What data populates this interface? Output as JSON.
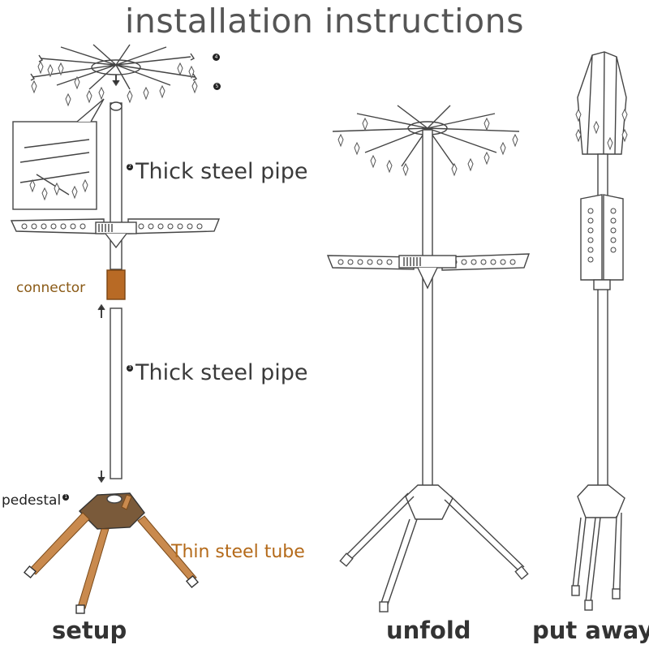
{
  "title": "installation instructions",
  "labels": {
    "thick_pipe_upper": "Thick steel pipe",
    "thick_pipe_lower": "Thick steel pipe",
    "connector": "connector",
    "pedestal": "pedestal",
    "thin_tube": "Thin steel tube",
    "num_upper": "2",
    "num_lower": "3",
    "num_pedestal": "1",
    "num_top": "4",
    "num_clip": "5"
  },
  "captions": {
    "setup": "setup",
    "unfold": "unfold",
    "put_away": "put away"
  },
  "colors": {
    "connector": "#b86a25",
    "thin_tube": "#c98a4e",
    "pedestal": "#7a5a3a",
    "line": "#444444"
  }
}
